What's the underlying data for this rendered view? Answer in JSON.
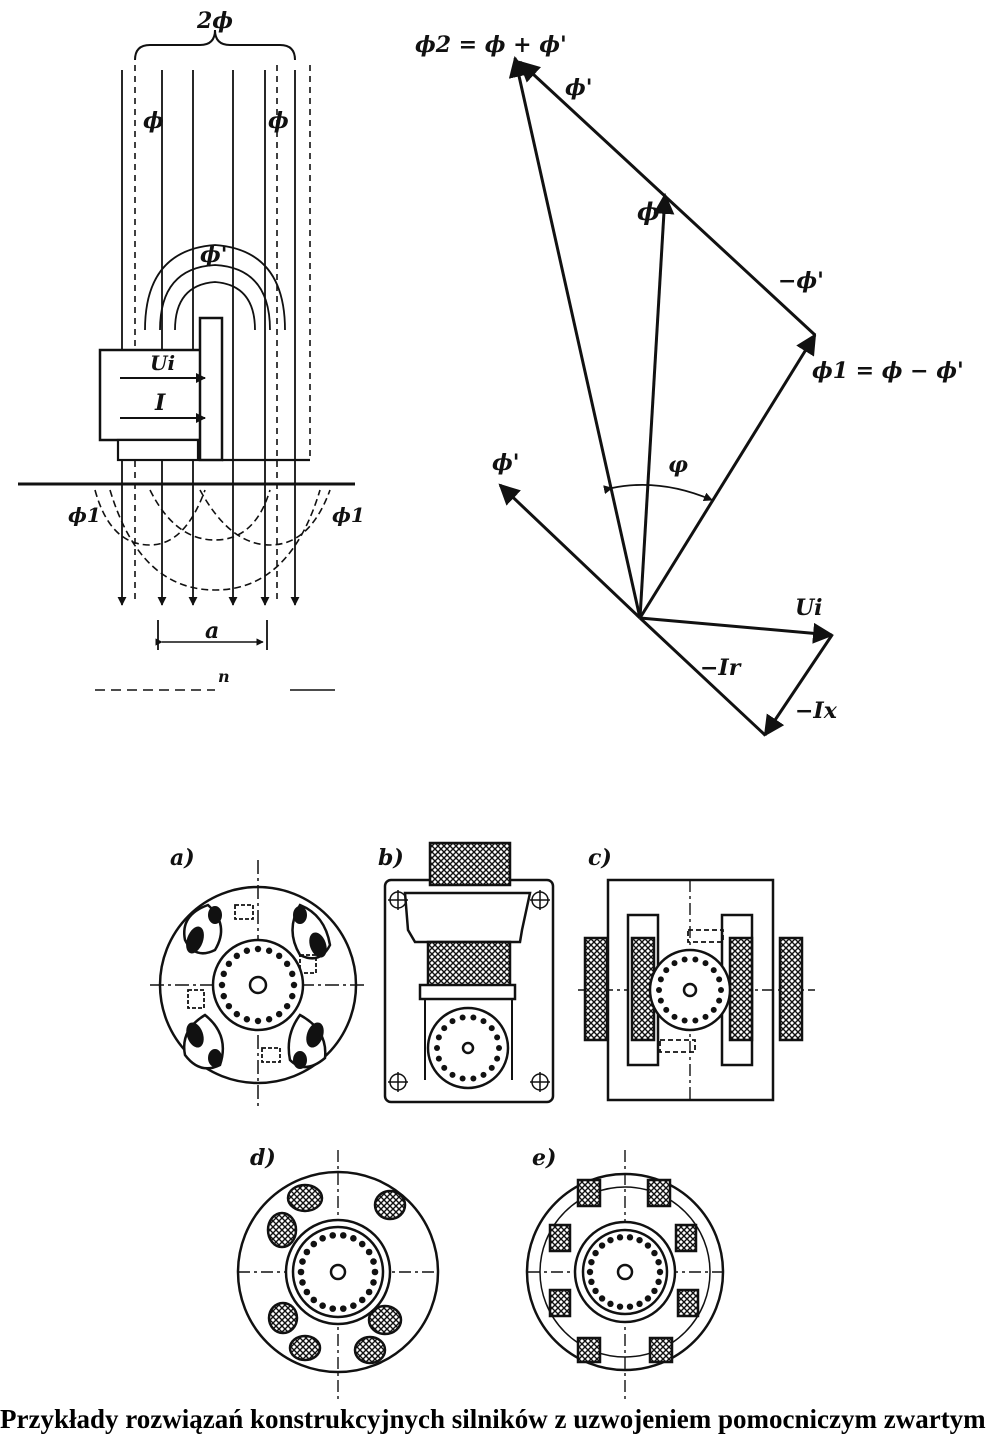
{
  "figure_flux": {
    "label_2phi": "2ϕ",
    "label_phi_left": "ϕ",
    "label_phi_right": "ϕ",
    "label_phi_prime": "ϕ'",
    "label_ui": "Ui",
    "label_i": "I",
    "label_phi1_left": "ϕ1",
    "label_phi1_right": "ϕ1",
    "label_a": "a",
    "label_n": "n"
  },
  "figure_phasor": {
    "label_phi2": "ϕ2 = ϕ + ϕ'",
    "label_phi_prime_top": "ϕ'",
    "label_phi": "ϕ",
    "label_minus_phi_prime": "−ϕ'",
    "label_phi1": "ϕ1 = ϕ − ϕ'",
    "label_phi_prime_left": "ϕ'",
    "label_angle": "φ",
    "label_ui": "Ui",
    "label_ir": "−Ir",
    "label_ix": "−Ix"
  },
  "panels": {
    "a": "a)",
    "b": "b)",
    "c": "c)",
    "d": "d)",
    "e": "e)"
  },
  "caption": "Przykłady rozwiązań konstrukcyjnych silników z uzwojeniem pomocniczym zwartym"
}
